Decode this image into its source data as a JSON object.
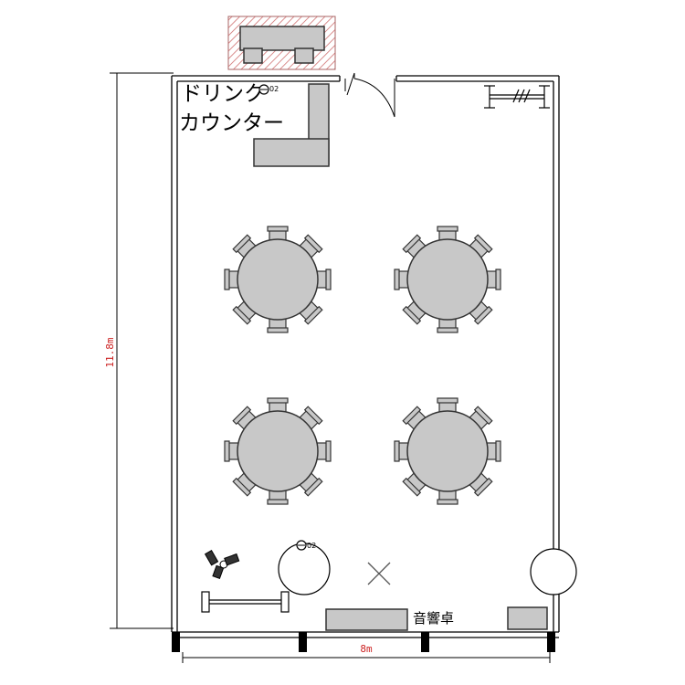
{
  "labels": {
    "drink_line1": "ドリンク",
    "drink_line2": "カウンター",
    "sound_desk": "音響卓",
    "mic_number": "02",
    "speaker_number": "02"
  },
  "dimensions": {
    "height": "11.8m",
    "width": "8m"
  },
  "colors": {
    "furniture_fill": "#c8c8c8",
    "wall": "#000000",
    "dimension_text": "#cc2222",
    "hatch": "#cc6666"
  },
  "tables": {
    "count": 4,
    "chairs_per_table": 8
  }
}
